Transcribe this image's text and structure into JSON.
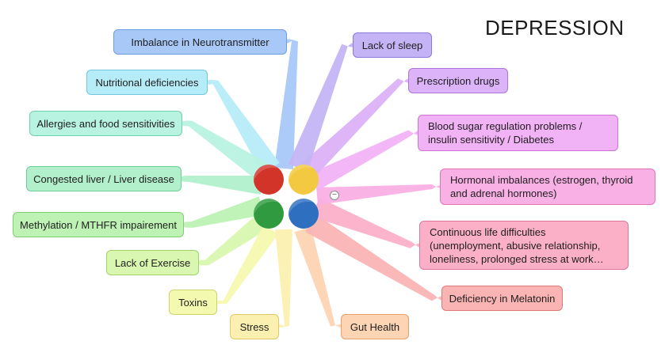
{
  "title": "DEPRESSION",
  "collapse_symbol": "−",
  "center_colors": [
    "#d2342a",
    "#f2c940",
    "#2f9a3f",
    "#2e6fc0"
  ],
  "nodes": [
    {
      "key": "imbalance-in-neurotransmitter",
      "label": "Imbalance in Neurotransmitter",
      "fill": "#a8c8f8",
      "stroke": "#6f9ee0",
      "link": "#a8c8f8"
    },
    {
      "key": "nutritional-deficiencies",
      "label": "Nutritional deficiencies",
      "fill": "#b6ecf8",
      "stroke": "#6fc8dc",
      "link": "#b6ecf8"
    },
    {
      "key": "allergies-food-sensitivities",
      "label": "Allergies and food sensitivities",
      "fill": "#b8f2e0",
      "stroke": "#6fd0b0",
      "link": "#b8f2e0"
    },
    {
      "key": "congested-liver",
      "label": "Congested liver / Liver disease",
      "fill": "#b2f0cc",
      "stroke": "#6ccf96",
      "link": "#b2f0cc"
    },
    {
      "key": "methylation",
      "label": "Methylation / MTHFR impairement",
      "fill": "#bdf2b4",
      "stroke": "#7fcf70",
      "link": "#bdf2b4"
    },
    {
      "key": "lack-of-exercise",
      "label": "Lack of Exercise",
      "fill": "#d9f7b0",
      "stroke": "#9fd466",
      "link": "#d9f7b0"
    },
    {
      "key": "toxins",
      "label": "Toxins",
      "fill": "#f4f9b0",
      "stroke": "#cdd66a",
      "link": "#f4f9b0"
    },
    {
      "key": "stress",
      "label": "Stress",
      "fill": "#fcf0b0",
      "stroke": "#e2c866",
      "link": "#fcf0b0"
    },
    {
      "key": "gut-health",
      "label": "Gut Health",
      "fill": "#fdd4b4",
      "stroke": "#e8a06c",
      "link": "#fdd4b4"
    },
    {
      "key": "deficiency-in-melatonin",
      "label": "Deficiency in Melatonin",
      "fill": "#fbb4b4",
      "stroke": "#e07878",
      "link": "#fbb4b4"
    },
    {
      "key": "continuous-life-difficulties",
      "label": "Continuous life difficulties (unemployment, abusive relationship, loneliness, prolonged stress at work…",
      "fill": "#fbb0c8",
      "stroke": "#e0749a",
      "link": "#fbb0c8"
    },
    {
      "key": "hormonal-imbalances",
      "label": "Hormonal imbalances (estrogen, thyroid and adrenal hormones)",
      "fill": "#f9b0e4",
      "stroke": "#dc74c0",
      "link": "#f9b0e4"
    },
    {
      "key": "blood-sugar-regulation",
      "label": "Blood sugar regulation problems / insulin sensitivity / Diabetes",
      "fill": "#f2b2f6",
      "stroke": "#cc74d6",
      "link": "#f2b2f6"
    },
    {
      "key": "prescription-drugs",
      "label": "Prescription drugs",
      "fill": "#dcb2f8",
      "stroke": "#b074dc",
      "link": "#dcb2f8"
    },
    {
      "key": "lack-of-sleep",
      "label": "Lack of sleep",
      "fill": "#c4b4f6",
      "stroke": "#8e78dc",
      "link": "#c4b4f6"
    }
  ]
}
